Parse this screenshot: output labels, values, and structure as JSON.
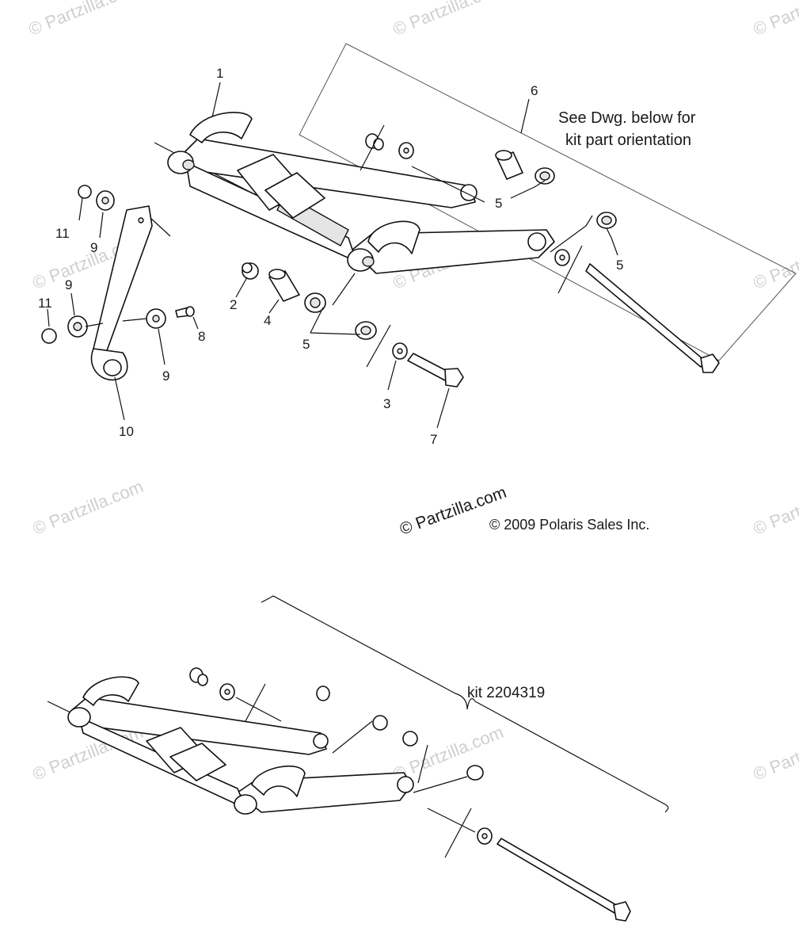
{
  "callouts": {
    "c1": "1",
    "c2": "2",
    "c3": "3",
    "c4": "4",
    "c5a": "5",
    "c5b": "5",
    "c5c": "5",
    "c6": "6",
    "c7": "7",
    "c8": "8",
    "c9a": "9",
    "c9b": "9",
    "c9c": "9",
    "c10": "10",
    "c11a": "11",
    "c11b": "11"
  },
  "note": {
    "line1": "See Dwg. below for",
    "line2": "kit part orientation"
  },
  "kit_label": "kit 2204319",
  "brand_watermark": "© Partzilla.com",
  "copyright": "© 2009 Polaris Sales Inc.",
  "watermark_text": "© Partzilla.com"
}
